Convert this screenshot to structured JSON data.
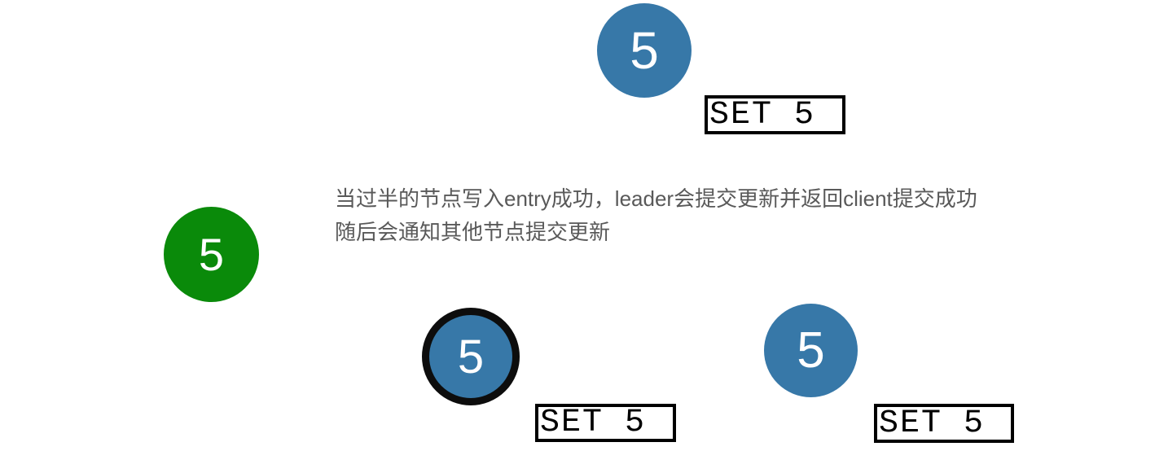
{
  "colors": {
    "node_blue": "#3778A8",
    "node_green": "#0A8A0A",
    "ring_black": "#0D0D0D",
    "box_border": "#000000",
    "caption_gray": "#595959"
  },
  "nodes": {
    "top": {
      "value": "5"
    },
    "client": {
      "value": "5"
    },
    "leader": {
      "value": "5"
    },
    "right": {
      "value": "5"
    }
  },
  "logs": {
    "top": {
      "label": "SET 5"
    },
    "bottom_left": {
      "label": "SET 5"
    },
    "bottom_right": {
      "label": "SET 5"
    }
  },
  "caption": {
    "line1": "当过半的节点写入entry成功，leader会提交更新并返回client提交成功",
    "line2": "随后会通知其他节点提交更新"
  }
}
